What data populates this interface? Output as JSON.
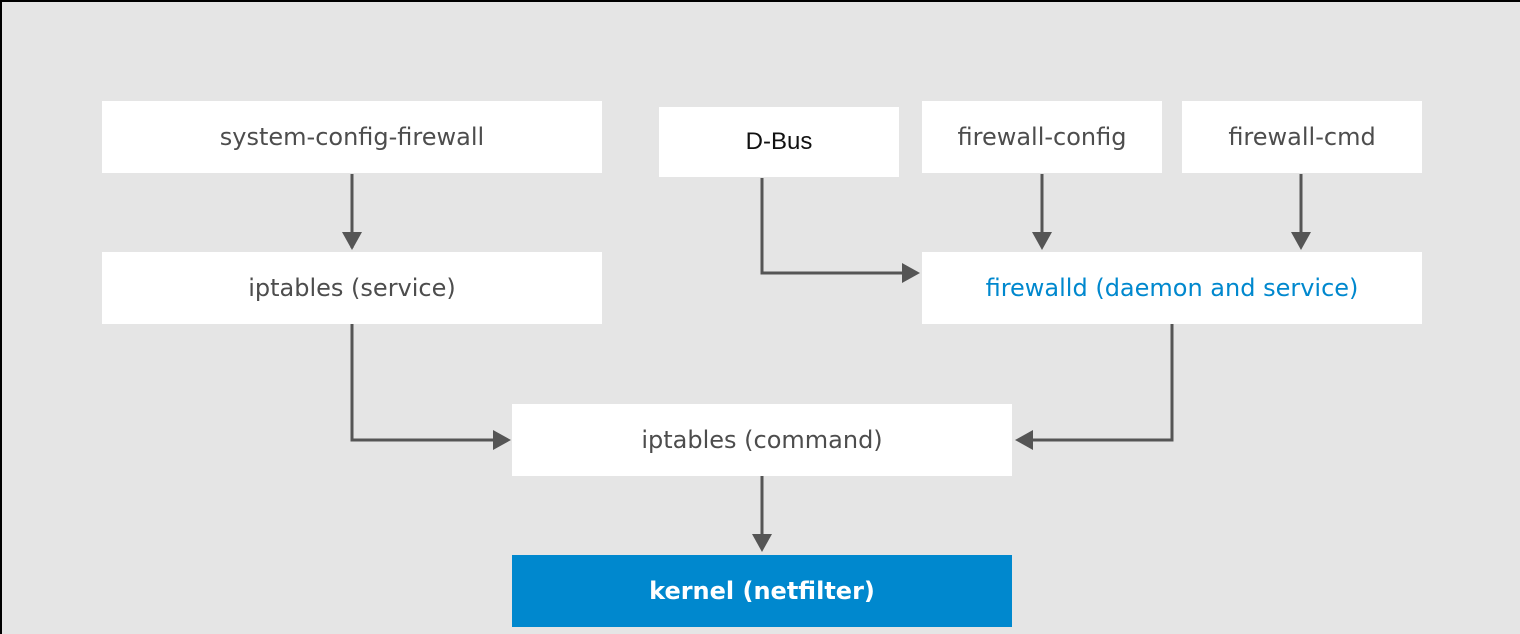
{
  "colors": {
    "background": "#e5e5e5",
    "box": "#ffffff",
    "text": "#4d4d4d",
    "accent": "#0088ce",
    "arrow": "#555555"
  },
  "nodes": {
    "system_config_firewall": "system-config-firewall",
    "dbus": "D-Bus",
    "firewall_config": "firewall-config",
    "firewall_cmd": "firewall-cmd",
    "iptables_service": "iptables (service)",
    "firewalld": "firewalld (daemon and service)",
    "iptables_command": "iptables (command)",
    "kernel": "kernel (netfilter)"
  },
  "edges": [
    {
      "from": "system-config-firewall",
      "to": "iptables (service)"
    },
    {
      "from": "D-Bus",
      "to": "firewalld (daemon and service)"
    },
    {
      "from": "firewall-config",
      "to": "firewalld (daemon and service)"
    },
    {
      "from": "firewall-cmd",
      "to": "firewalld (daemon and service)"
    },
    {
      "from": "iptables (service)",
      "to": "iptables (command)"
    },
    {
      "from": "firewalld (daemon and service)",
      "to": "iptables (command)"
    },
    {
      "from": "iptables (command)",
      "to": "kernel (netfilter)"
    }
  ]
}
